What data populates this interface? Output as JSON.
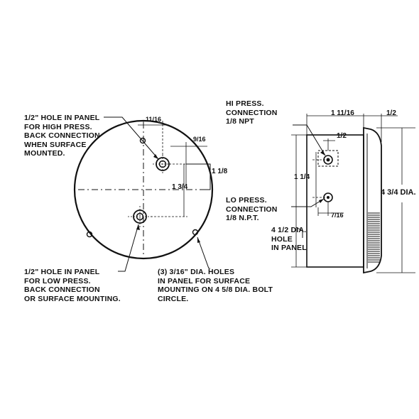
{
  "notes": {
    "high_press_hole": "1/2\" HOLE IN PANEL\nFOR HIGH PRESS.\nBACK CONNECTION\nWHEN SURFACE\nMOUNTED.",
    "low_press_hole": "1/2\" HOLE IN PANEL\nFOR LOW PRESS.\nBACK CONNECTION\nOR SURFACE MOUNTING.",
    "surface_mount_holes": "(3) 3/16\" DIA. HOLES\nIN PANEL FOR SURFACE\nMOUNTING ON 4 5/8 DIA. BOLT\nCIRCLE.",
    "hi_press_connection": "HI PRESS.\nCONNECTION\n1/8 NPT",
    "lo_press_connection": "LO PRESS.\nCONNECTION\n1/8 N.P.T.",
    "panel_hole": "4 1/2 DIA.\nHOLE\nIN PANEL"
  },
  "dimensions": {
    "front_top_offset": "11/16",
    "front_right_offset": "9/16",
    "front_vertical_small": "1 1/8",
    "front_vertical_large": "1 3/4",
    "side_depth": "1 11/16",
    "side_bezel": "1/2",
    "side_upper_offset": "1/2",
    "side_port_spacing": "1 1/4",
    "side_lower_offset": "7/16",
    "side_overall_dia": "4 3/4 DIA."
  }
}
